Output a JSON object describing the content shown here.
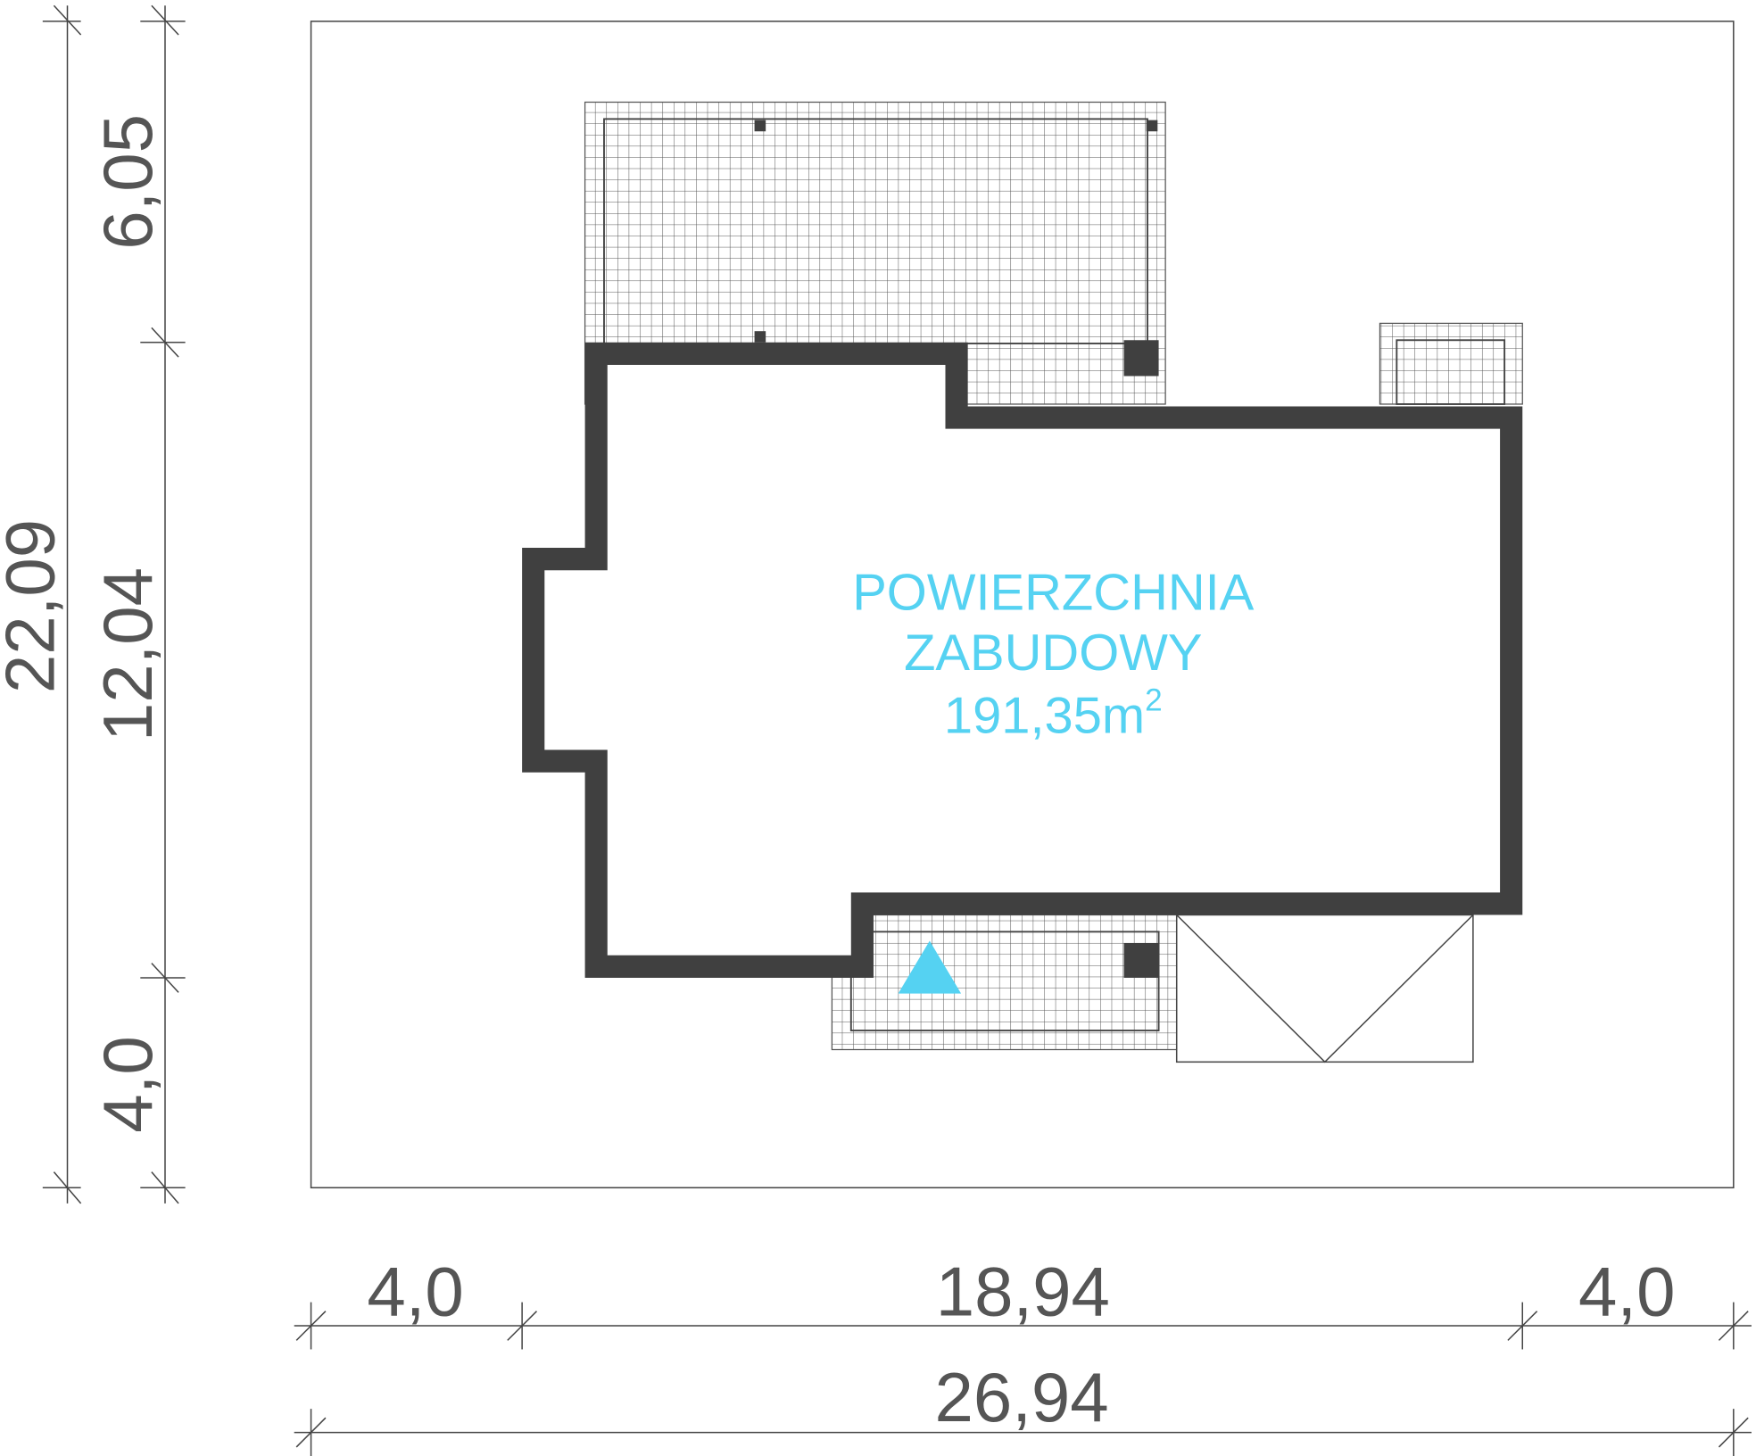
{
  "dimensions": {
    "vertical_total": "22,09",
    "vertical_top": "6,05",
    "vertical_middle": "12,04",
    "vertical_bottom": "4,0",
    "horizontal_left": "4,0",
    "horizontal_middle": "18,94",
    "horizontal_right": "4,0",
    "horizontal_total": "26,94"
  },
  "building_area": {
    "line1": "POWIERZCHNIA",
    "line2": "ZABUDOWY",
    "value": "191,35m",
    "unit_superscript": "2"
  },
  "colors": {
    "wall": "#404040",
    "accent": "#55d2f2",
    "dim_text": "#555555"
  }
}
